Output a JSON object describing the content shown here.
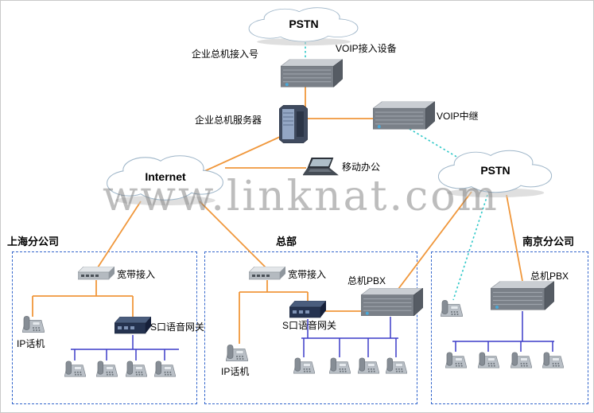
{
  "watermark": "www.linknat.com",
  "colors": {
    "line_orange": "#F0973B",
    "line_cyan": "#2FC8C8",
    "line_blue": "#3C3CC8",
    "box_border": "#3366CC",
    "cloud_stroke": "#9FB6C9"
  },
  "clouds": {
    "pstn_top": {
      "label": "PSTN"
    },
    "internet": {
      "label": "Internet"
    },
    "pstn_right": {
      "label": "PSTN"
    }
  },
  "labels": {
    "access_number": "企业总机接入号",
    "voip_access_device": "VOIP接入设备",
    "switchboard_server": "企业总机服务器",
    "voip_trunk": "VOIP中继",
    "mobile_office": "移动办公"
  },
  "sites": {
    "shanghai": {
      "title": "上海分公司",
      "broadband": "宽带接入",
      "ip_phone": "IP话机",
      "gateway": "S口语音网关"
    },
    "hq": {
      "title": "总部",
      "broadband": "宽带接入",
      "gateway": "S口语音网关",
      "pbx": "总机PBX",
      "ip_phone": "IP话机"
    },
    "nanjing": {
      "title": "南京分公司",
      "pbx": "总机PBX"
    }
  }
}
